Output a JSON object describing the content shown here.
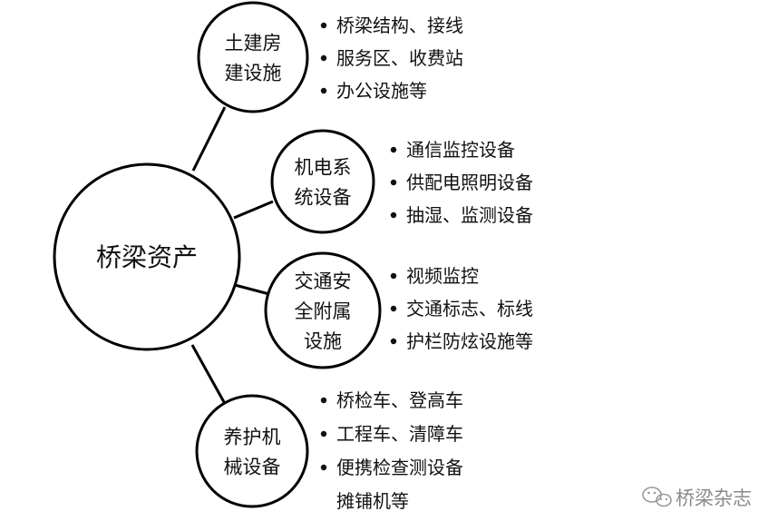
{
  "center": {
    "label": "桥梁资产"
  },
  "categories": [
    {
      "lines": [
        "土建房",
        "建设施"
      ],
      "items": [
        [
          "桥梁结构、接线"
        ],
        [
          "服务区、收费站"
        ],
        [
          "办公设施等"
        ]
      ]
    },
    {
      "lines": [
        "机电系",
        "统设备"
      ],
      "items": [
        [
          "通信监控设备"
        ],
        [
          "供配电照明设备"
        ],
        [
          "抽湿、监测设备"
        ]
      ]
    },
    {
      "lines": [
        "交通安",
        "全附属",
        "设施"
      ],
      "items": [
        [
          "视频监控"
        ],
        [
          "交通标志、标线"
        ],
        [
          "护栏防炫设施等"
        ]
      ]
    },
    {
      "lines": [
        "养护机",
        "械设备"
      ],
      "items": [
        [
          "桥检车、登高车"
        ],
        [
          "工程车、清障车"
        ],
        [
          "便携检查测设备",
          "摊铺机等"
        ]
      ]
    }
  ],
  "watermark": {
    "icon": "wechat-icon",
    "text": "桥梁杂志"
  }
}
